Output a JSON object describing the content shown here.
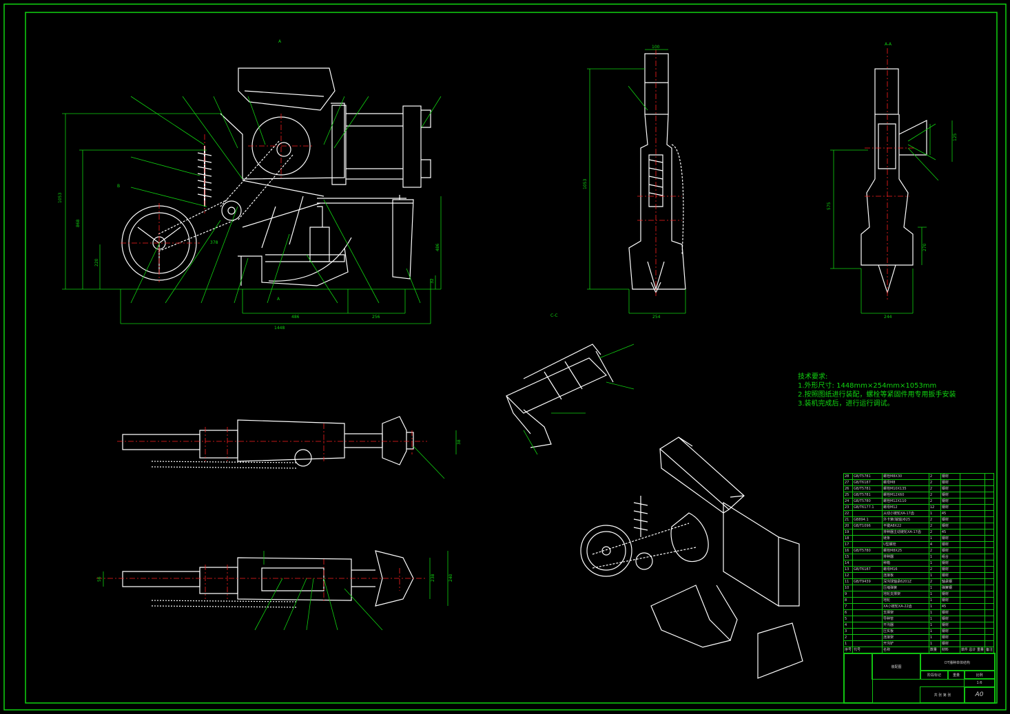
{
  "tech_requirements": {
    "title": "技术要求:",
    "items": [
      "1.外形尺寸: 1448mm×254mm×1053mm",
      "2.按照图纸进行装配，螺栓等紧固件用专用扳手安装",
      "3.装机完成后，进行运行调试。"
    ]
  },
  "dimensions": {
    "overall_length": "1448",
    "body_section": "486",
    "furrow_section": "256",
    "height_total": "1053",
    "height_frame": "868",
    "height_wheel": "220",
    "height_opener": "486",
    "small_depth": "32",
    "wheel_dia": "378",
    "side_width": "254",
    "side_height": "1053",
    "top_width": "100",
    "end_width_top": "125",
    "end_depth": "270",
    "end_width": "244",
    "end_height": "575",
    "pv1": "38",
    "pv2_a": "56",
    "pv2_b": "238",
    "pv2_c": "240"
  },
  "section_labels": {
    "a_top": "A",
    "section_aa": "A-A",
    "section_cc": "C-C",
    "b": "B"
  },
  "bom": {
    "rows": [
      {
        "no": "28",
        "std": "GB/T5781",
        "name": "螺栓M8X30",
        "qty": "2",
        "mat": "钢材"
      },
      {
        "no": "27",
        "std": "GB/T6187",
        "name": "螺母M8",
        "qty": "2",
        "mat": "钢材"
      },
      {
        "no": "26",
        "std": "GB/T5781",
        "name": "螺栓M10X135",
        "qty": "2",
        "mat": "钢材"
      },
      {
        "no": "25",
        "std": "GB/T5781",
        "name": "螺栓M12X60",
        "qty": "2",
        "mat": "钢材"
      },
      {
        "no": "24",
        "std": "GB/T5780",
        "name": "螺栓M12X110",
        "qty": "2",
        "mat": "钢材"
      },
      {
        "no": "23",
        "std": "GB/T6177.1",
        "name": "螺母M12",
        "qty": "12",
        "mat": "钢材"
      },
      {
        "no": "22",
        "std": "",
        "name": "从动小链轮XA-17齿",
        "qty": "1",
        "mat": "45"
      },
      {
        "no": "21",
        "std": "GB894.1",
        "name": "外卡簧(输轴)Φ25",
        "qty": "2",
        "mat": "钢材"
      },
      {
        "no": "20",
        "std": "GB/T1096",
        "name": "平键A8X22",
        "qty": "2",
        "mat": "钢材"
      },
      {
        "no": "19",
        "std": "",
        "name": "排种器主动链轮XA-17齿",
        "qty": "2",
        "mat": "45"
      },
      {
        "no": "18",
        "std": "",
        "name": "链条",
        "qty": "1",
        "mat": "钢材"
      },
      {
        "no": "17",
        "std": "",
        "name": "U型螺栓",
        "qty": "4",
        "mat": "钢材"
      },
      {
        "no": "16",
        "std": "GB/T5780",
        "name": "螺栓M8X25",
        "qty": "2",
        "mat": "钢材"
      },
      {
        "no": "15",
        "std": "",
        "name": "排种器",
        "qty": "1",
        "mat": "组合"
      },
      {
        "no": "14",
        "std": "",
        "name": "种箱",
        "qty": "1",
        "mat": "钢材"
      },
      {
        "no": "13",
        "std": "GB/T6187",
        "name": "螺母M16",
        "qty": "2",
        "mat": "钢材"
      },
      {
        "no": "12",
        "std": "",
        "name": "连接板",
        "qty": "1",
        "mat": "钢材"
      },
      {
        "no": "11",
        "std": "GB/T9439",
        "name": "深沟球轴承6201Z",
        "qty": "2",
        "mat": "轴承钢"
      },
      {
        "no": "10",
        "std": "",
        "name": "压缩弹簧",
        "qty": "1",
        "mat": "弹簧钢"
      },
      {
        "no": "9",
        "std": "",
        "name": "地轮支撑架",
        "qty": "1",
        "mat": "钢材"
      },
      {
        "no": "8",
        "std": "",
        "name": "地轮",
        "qty": "1",
        "mat": "钢材"
      },
      {
        "no": "7",
        "std": "",
        "name": "XA小链轮XA-22齿",
        "qty": "1",
        "mat": "45"
      },
      {
        "no": "6",
        "std": "",
        "name": "支撑架",
        "qty": "1",
        "mat": "钢材"
      },
      {
        "no": "5",
        "std": "",
        "name": "导种管",
        "qty": "1",
        "mat": "钢材"
      },
      {
        "no": "4",
        "std": "",
        "name": "开沟器",
        "qty": "1",
        "mat": "钢材"
      },
      {
        "no": "3",
        "std": "",
        "name": "压实板",
        "qty": "1",
        "mat": "钢材"
      },
      {
        "no": "2",
        "std": "",
        "name": "连接架",
        "qty": "1",
        "mat": "钢材"
      },
      {
        "no": "1",
        "std": "",
        "name": "开沟铲",
        "qty": "1",
        "mat": "钢材"
      }
    ],
    "header": {
      "no": "序号",
      "std": "代号",
      "name": "名称",
      "qty": "数量",
      "mat": "材料",
      "wt": "单件 总计 重量",
      "note": "备注"
    }
  },
  "title_block": {
    "product": "DT播种单体结构",
    "material_cell": "装配图",
    "size": "A0",
    "scale_label": "比例",
    "scale": "1:6",
    "weight_label": "重量",
    "stage_label": "阶段标记",
    "sheet": "共  张  第  张"
  },
  "colors": {
    "background": "#000000",
    "border": "#11d411",
    "outline": "#ffffff",
    "leader": "#11d411",
    "center": "#ff2020",
    "dim": "#11d411"
  }
}
